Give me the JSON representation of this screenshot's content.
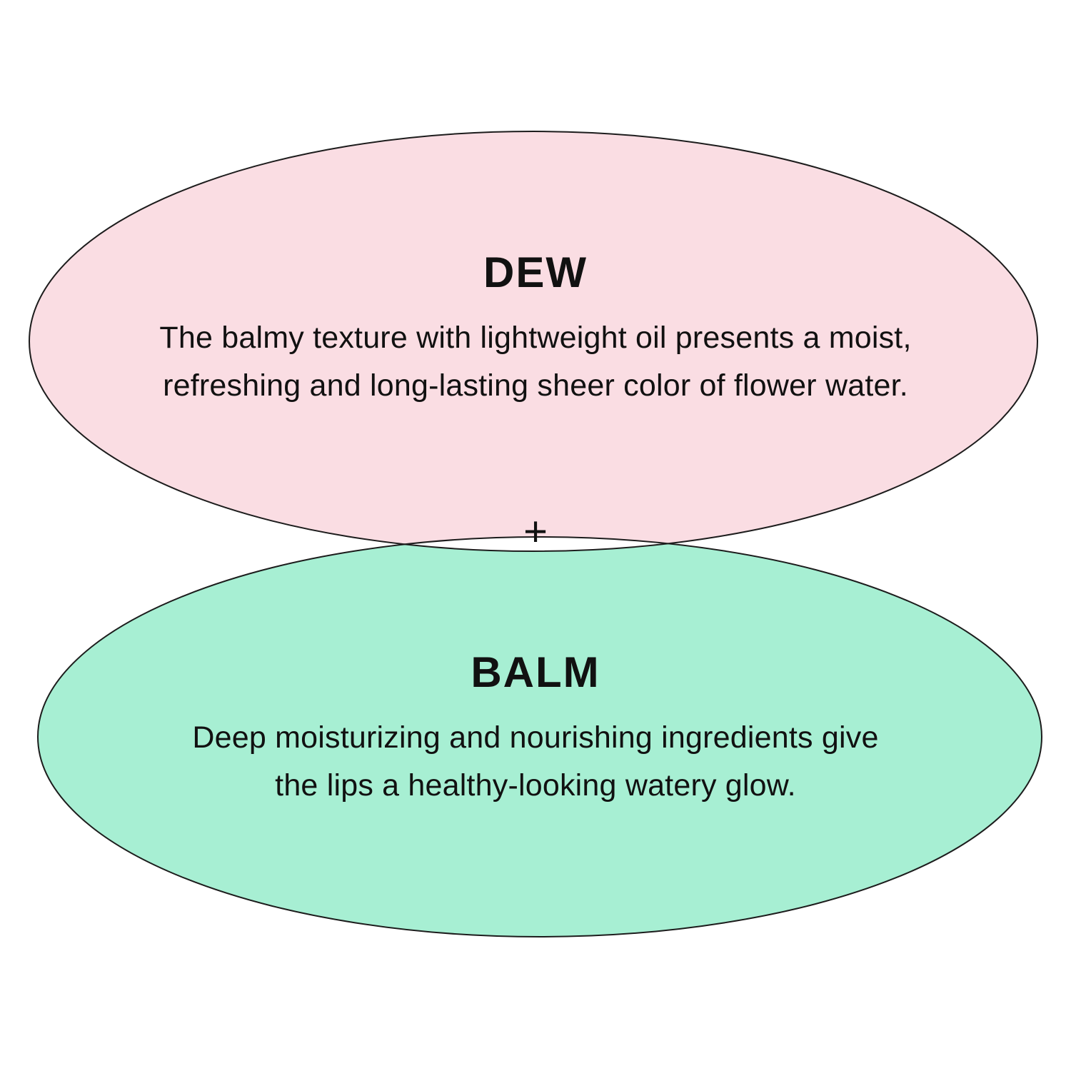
{
  "diagram": {
    "plus_sign": "+",
    "top": {
      "title": "DEW",
      "line1": "The balmy texture with lightweight oil presents a moist,",
      "line2": "refreshing and long-lasting sheer color of flower water.",
      "fill_color": "#fadde3",
      "stroke_color": "#1c1c1c"
    },
    "bottom": {
      "title": "BALM",
      "line1": "Deep moisturizing and nourishing ingredients give",
      "line2": "the lips a healthy-looking watery glow.",
      "fill_color": "#a7efd3",
      "stroke_color": "#1c1c1c"
    },
    "overlap_fill": "#ffffff"
  }
}
